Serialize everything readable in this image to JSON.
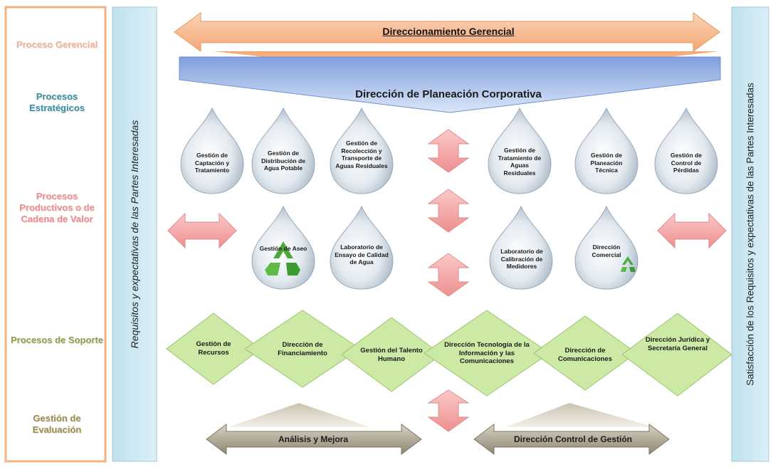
{
  "categories": [
    {
      "label": "Proceso Gerencial",
      "color": "#f3b59a"
    },
    {
      "label": "Procesos Estratégicos",
      "color": "#3a8fa0"
    },
    {
      "label": "Procesos Productivos o de Cadena de Valor",
      "color": "#f08e8e"
    },
    {
      "label": "Procesos de Soporte",
      "color": "#8aa14a"
    },
    {
      "label": "Gestión de Evaluación",
      "color": "#9d8c4a"
    }
  ],
  "side_left": "Requisitos y expectativas de las Partes Interesadas",
  "side_right": "Satisfacción de los Requisitos y expectativas de las Partes Interesadas",
  "management": "Direccionamiento Gerencial",
  "planning": "Dirección de Planeación Corporativa",
  "productive_row1": [
    "Gestión de Captación y Tratamiento",
    "Gestión de Distribución de Agua Potable",
    "Gestión de Recolección y Transporte de Aguas Residuales",
    "Gestión de Tratamiento de Aguas Residuales",
    "Gestión de Planeación Técnica",
    "Gestión de Control de Pérdidas"
  ],
  "productive_row2": [
    "Gestión de Aseo",
    "Laboratorio de Ensayo de Calidad de Agua",
    "Laboratorio de Calibración de Medidores",
    "Dirección Comercial"
  ],
  "support": [
    "Gestión de Recursos",
    "Dirección de Financiamiento",
    "Gestión del Talento Humano",
    "Dirección Tecnología de la Información y las Comunicaciones",
    "Dirección de Comunicaciones",
    "Dirección Jurídica y Secretaría General"
  ],
  "evaluation": [
    "Análisis y Mejora",
    "Dirección Control de Gestión"
  ],
  "colors": {
    "frame_orange": "#f4b183",
    "side_blue": "#c9e6f1",
    "planning_blue": "#a7bde8",
    "support_green": "#c8e6a0",
    "arrow_pink": "#f4a6a6",
    "arrow_gray": "#a69f8c"
  }
}
